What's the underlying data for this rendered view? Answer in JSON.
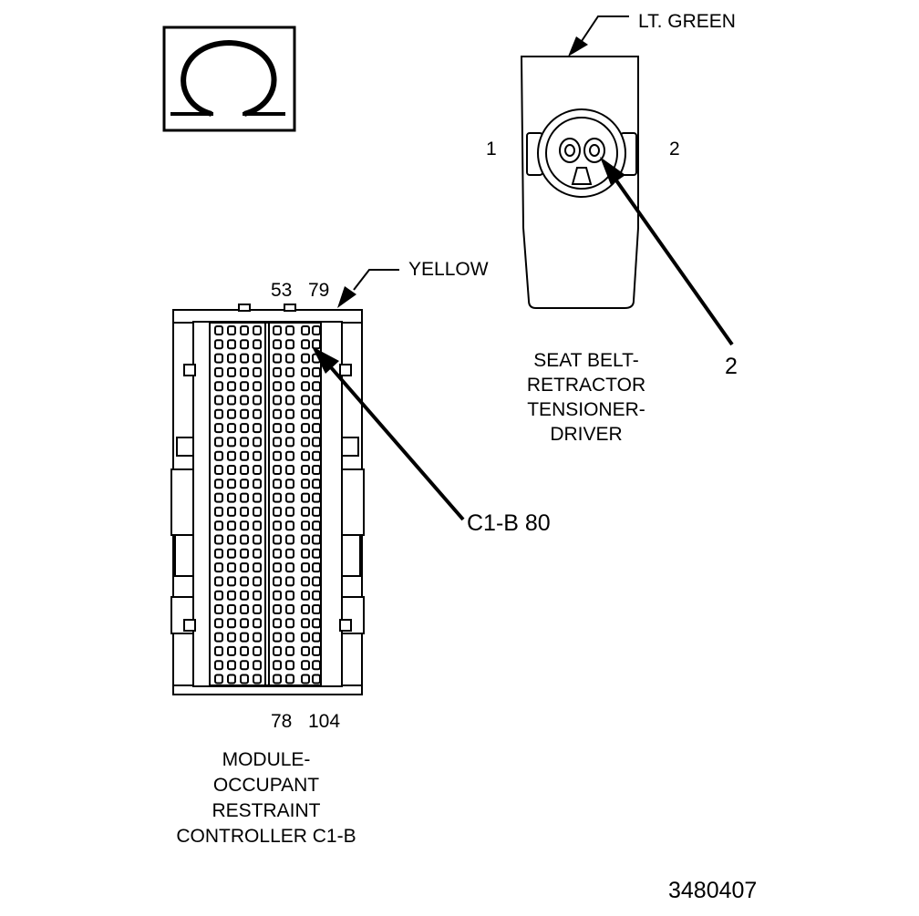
{
  "ohm_symbol": "Ω",
  "seatbelt": {
    "color_label": "LT. GREEN",
    "pin_left": "1",
    "pin_right": "2",
    "callout": "2",
    "title_lines": [
      "SEAT BELT-",
      "RETRACTOR",
      "TENSIONER-",
      "DRIVER"
    ]
  },
  "module": {
    "color_label": "YELLOW",
    "top_pin_left": "53",
    "top_pin_right": "79",
    "bottom_pin_left": "78",
    "bottom_pin_right": "104",
    "callout": "C1-B 80",
    "title_lines": [
      "MODULE-",
      "OCCUPANT",
      "RESTRAINT",
      "CONTROLLER C1-B"
    ]
  },
  "figure_number": "3480407"
}
